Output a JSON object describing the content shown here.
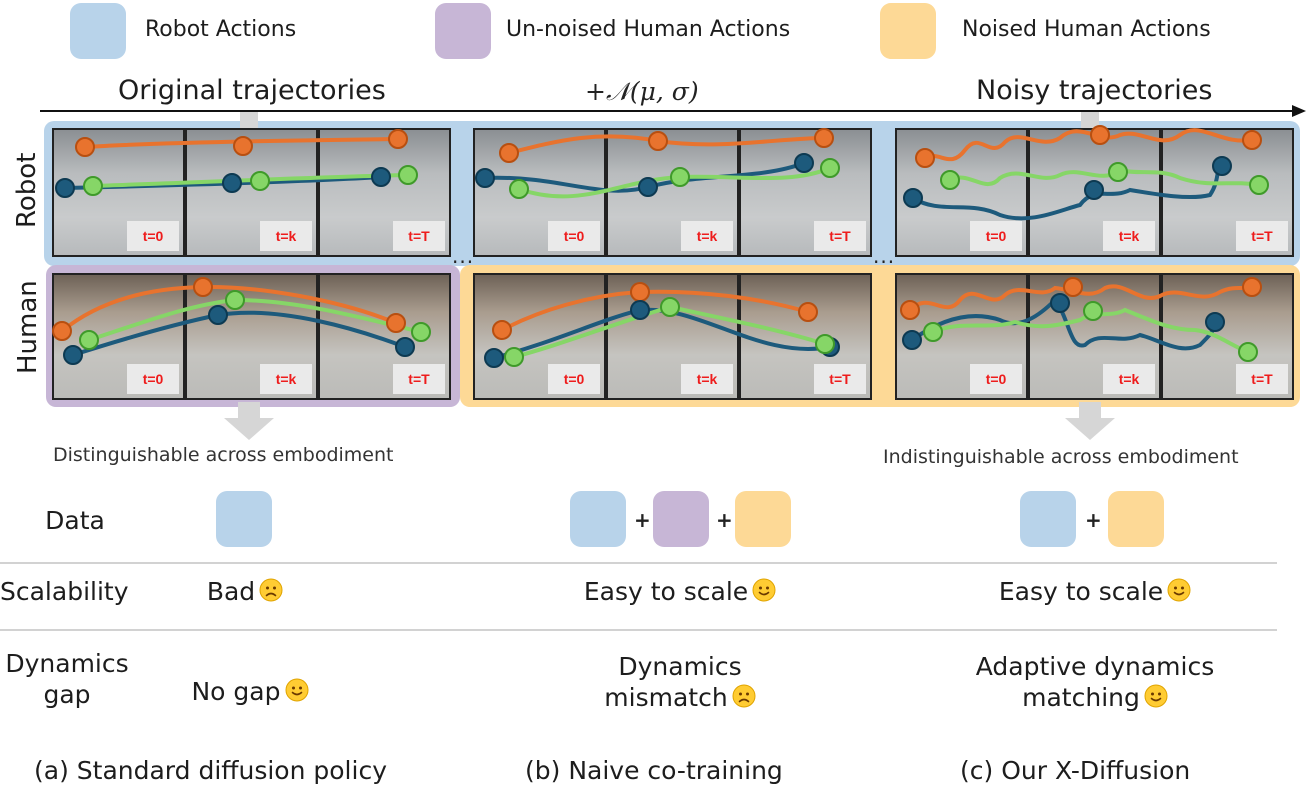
{
  "colors": {
    "robot": "#b8d3ea",
    "unnoised_human": "#c7b6d6",
    "noised_human": "#fdd996",
    "orange": "#e8732e",
    "green": "#86d667",
    "navy": "#1d5a7c"
  },
  "legend": [
    {
      "label": "Robot Actions",
      "color_key": "robot"
    },
    {
      "label": "Un-noised Human Actions",
      "color_key": "unnoised_human"
    },
    {
      "label": "Noised Human Actions",
      "color_key": "noised_human"
    }
  ],
  "header": {
    "left": "Original trajectories",
    "middle": "+𝒩(μ, σ)",
    "right": "Noisy trajectories"
  },
  "rows": {
    "robot": "Robot",
    "human": "Human"
  },
  "time_labels": [
    "t=0",
    "t=k",
    "t=T"
  ],
  "ellipsis": "···",
  "captions": {
    "left": "Distinguishable across embodiment",
    "right": "Indistinguishable across embodiment"
  },
  "table": {
    "data_label": "Data",
    "scalability_label": "Scalability",
    "dynamics_label_line1": "Dynamics",
    "dynamics_label_line2": "gap",
    "plus": "+",
    "scalability": [
      "Bad",
      "Easy to scale",
      "Easy to scale"
    ],
    "dynamics": [
      {
        "l1": "No gap",
        "l2": ""
      },
      {
        "l1": "Dynamics",
        "l2": "mismatch"
      },
      {
        "l1": "Adaptive dynamics",
        "l2": "matching"
      }
    ]
  },
  "methods": [
    "(a) Standard diffusion policy",
    "(b) Naive co-training",
    "(c) Our X-Diffusion"
  ],
  "icons": {
    "happy": "smile-emoji-icon",
    "sad": "frown-emoji-icon"
  }
}
